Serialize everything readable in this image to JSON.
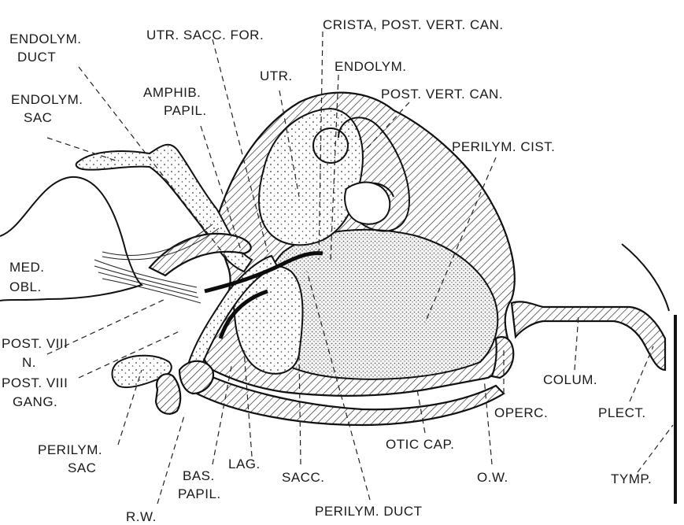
{
  "labels": {
    "endolym_duct_1": "ENDOLYM.",
    "endolym_duct_2": "DUCT",
    "utr_sacc_for": "UTR. SACC. FOR.",
    "crista": "CRISTA, POST. VERT. CAN.",
    "endolym": "ENDOLYM.",
    "utr": "UTR.",
    "amphib_papil_1": "AMPHIB.",
    "amphib_papil_2": "PAPIL.",
    "endolym_sac_1": "ENDOLYM.",
    "endolym_sac_2": "SAC",
    "post_vert_can": "POST. VERT. CAN.",
    "perilym_cist": "PERILYM. CIST.",
    "med_obl_1": "MED.",
    "med_obl_2": "OBL.",
    "post_viii_n_1": "POST. VIII",
    "post_viii_n_2": "N.",
    "post_viii_gang_1": "POST. VIII",
    "post_viii_gang_2": "GANG.",
    "colum": "COLUM.",
    "perilym_sac_1": "PERILYM.",
    "perilym_sac_2": "SAC",
    "operc": "OPERC.",
    "plect": "PLECT.",
    "lag": "LAG.",
    "otic_cap": "OTIC CAP.",
    "bas_papil_1": "BAS.",
    "bas_papil_2": "PAPIL.",
    "sacc": "SACC.",
    "ow": "O.W.",
    "tymp": "TYMP.",
    "rw": "R.W.",
    "perilym_duct": "PERILYM. DUCT"
  }
}
